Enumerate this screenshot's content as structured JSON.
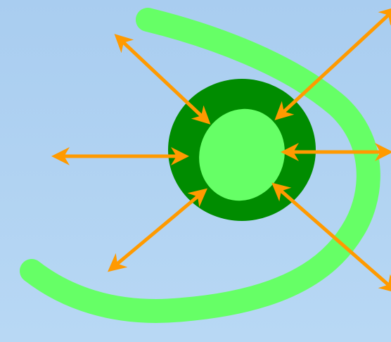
{
  "colors": {
    "background": "#a9cdf0",
    "swirl": "#66ff66",
    "outer_ring": "#008c00",
    "inner_core": "#66ff66",
    "arrow": "#ff9a00"
  },
  "arrows": [
    {
      "name": "arrow-upper-left",
      "icon": "double-headed-arrow-icon"
    },
    {
      "name": "arrow-upper-right",
      "icon": "double-headed-arrow-icon"
    },
    {
      "name": "arrow-left",
      "icon": "double-headed-arrow-icon"
    },
    {
      "name": "arrow-right",
      "icon": "double-headed-arrow-icon"
    },
    {
      "name": "arrow-lower-left",
      "icon": "double-headed-arrow-icon"
    },
    {
      "name": "arrow-lower-right",
      "icon": "double-headed-arrow-icon"
    }
  ]
}
